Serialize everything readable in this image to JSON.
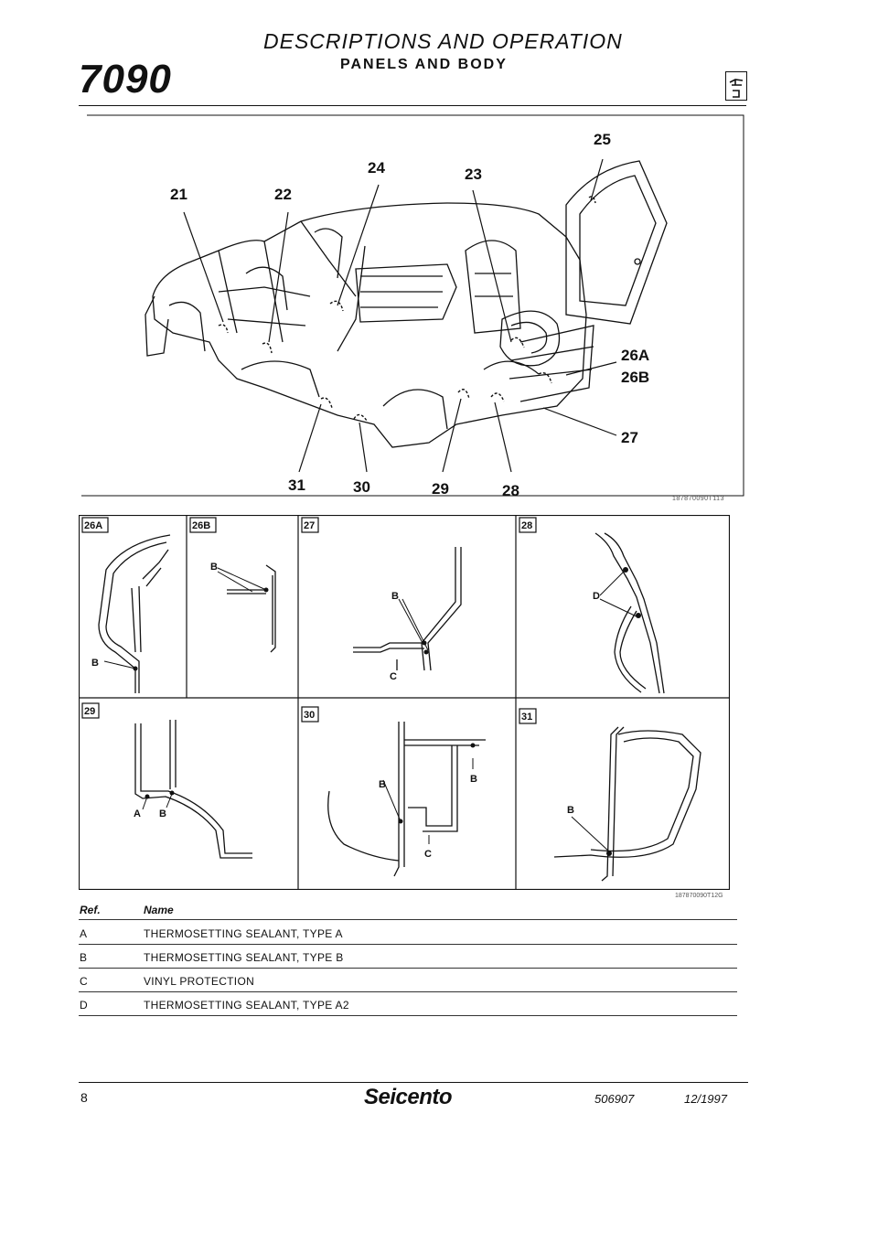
{
  "header": {
    "section_number": "7090",
    "title": "DESCRIPTIONS AND OPERATION",
    "subtitle": "PANELS AND BODY"
  },
  "figure_main": {
    "callouts": [
      "21",
      "22",
      "24",
      "23",
      "25",
      "26A",
      "26B",
      "27",
      "31",
      "30",
      "29",
      "28"
    ],
    "code": "187870090T113"
  },
  "detail_panels": {
    "labels": [
      "26A",
      "26B",
      "27",
      "28",
      "29",
      "30",
      "31"
    ],
    "code": "187870090T12G"
  },
  "table": {
    "headers": {
      "ref": "Ref.",
      "name": "Name"
    },
    "rows": [
      {
        "ref": "A",
        "name": "THERMOSETTING SEALANT, TYPE A"
      },
      {
        "ref": "B",
        "name": "THERMOSETTING SEALANT, TYPE B"
      },
      {
        "ref": "C",
        "name": "VINYL PROTECTION"
      },
      {
        "ref": "D",
        "name": "THERMOSETTING SEALANT, TYPE A2"
      }
    ]
  },
  "footer": {
    "page": "8",
    "brand": "Seicento",
    "doc_number": "506907",
    "date": "12/1997"
  }
}
